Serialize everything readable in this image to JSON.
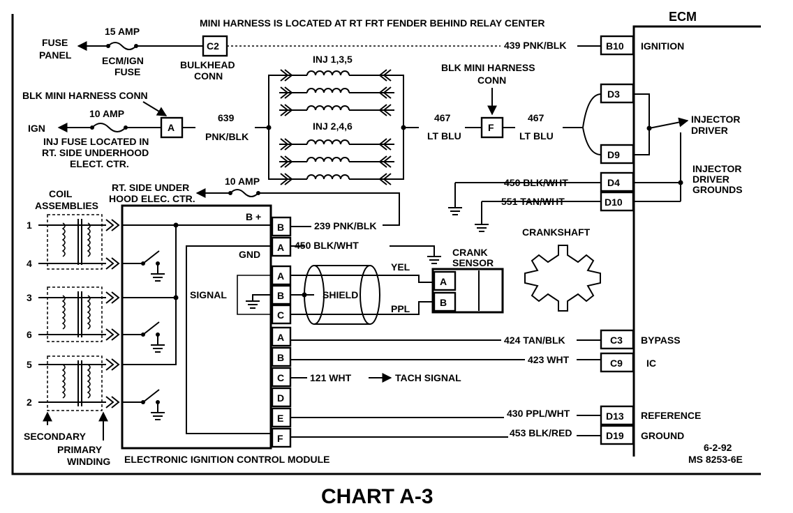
{
  "header_note": "MINI HARNESS IS LOCATED  AT RT FRT FENDER BEHIND RELAY CENTER",
  "ecm": {
    "title": "ECM",
    "pins": {
      "b10": "B10",
      "d3": "D3",
      "d9": "D9",
      "d4": "D4",
      "d10": "D10",
      "c3": "C3",
      "c9": "C9",
      "d13": "D13",
      "d19": "D19"
    },
    "labels": {
      "ignition": "IGNITION",
      "injector_driver": [
        "INJECTOR",
        "DRIVER"
      ],
      "injector_driver_grounds": [
        "INJECTOR",
        "DRIVER",
        "GROUNDS"
      ],
      "bypass": "BYPASS",
      "ic": "IC",
      "reference": "REFERENCE",
      "ground": "GROUND"
    }
  },
  "fuse_panel": {
    "label": [
      "FUSE",
      "PANEL"
    ],
    "fuse_amp": "15 AMP",
    "fuse_name": [
      "ECM/IGN",
      "FUSE"
    ]
  },
  "bulkhead": {
    "pin": "C2",
    "label": [
      "BULKHEAD",
      "CONN"
    ]
  },
  "wires": {
    "w439": "439 PNK/BLK",
    "w639": [
      "639",
      "PNK/BLK"
    ],
    "w467_left": [
      "467",
      "LT BLU"
    ],
    "w467_right": [
      "467",
      "LT BLU"
    ],
    "w450_ecm": "450 BLK/WHT",
    "w551": "551 TAN/WHT",
    "w239": "239 PNK/BLK",
    "w450_mod": "450  BLK/WHT",
    "w424": "424 TAN/BLK",
    "w423": "423 WHT",
    "w121": "121 WHT",
    "tach": "TACH SIGNAL",
    "w430": "430 PPL/WHT",
    "w453": "453 BLK/RED",
    "yel": "YEL",
    "ppl": "PPL"
  },
  "injectors": {
    "group1": "INJ 1,3,5",
    "group2": "INJ 2,4,6"
  },
  "blk_mini_conn": {
    "label": [
      "BLK MINI HARNESS",
      "CONN"
    ],
    "pin": "F"
  },
  "ign_circuit": {
    "conn_label": "BLK MINI HARNESS CONN",
    "fuse_amp": "10 AMP",
    "ign": "IGN",
    "pin": "A",
    "location": [
      "INJ FUSE LOCATED IN",
      "RT. SIDE UNDERHOOD",
      "ELECT. CTR."
    ]
  },
  "underhood_fuse": {
    "amp": "10 AMP",
    "location": [
      "RT. SIDE UNDER",
      "HOOD ELEC. CTR."
    ]
  },
  "coils": {
    "title": [
      "COIL",
      "ASSEMBLIES"
    ],
    "numbers": [
      "1",
      "4",
      "3",
      "6",
      "5",
      "2"
    ],
    "secondary": "SECONDARY",
    "primary": [
      "PRIMARY",
      "WINDING"
    ]
  },
  "module": {
    "name": "ELECTRONIC IGNITION CONTROL MODULE",
    "b_plus": "B +",
    "gnd": "GND",
    "signal": "SIGNAL",
    "shield": "SHIELD",
    "pins_top": [
      "B",
      "A"
    ],
    "pins_sig": [
      "A",
      "B",
      "C"
    ],
    "pins_bottom": [
      "A",
      "B",
      "C",
      "D",
      "E",
      "F"
    ]
  },
  "crank_sensor": {
    "label": [
      "CRANK",
      "SENSOR"
    ],
    "pins": [
      "A",
      "B"
    ]
  },
  "crankshaft": "CRANKSHAFT",
  "footer": {
    "date": "6-2-92",
    "code": "MS 8253-6E"
  },
  "chart_title": "CHART A-3"
}
